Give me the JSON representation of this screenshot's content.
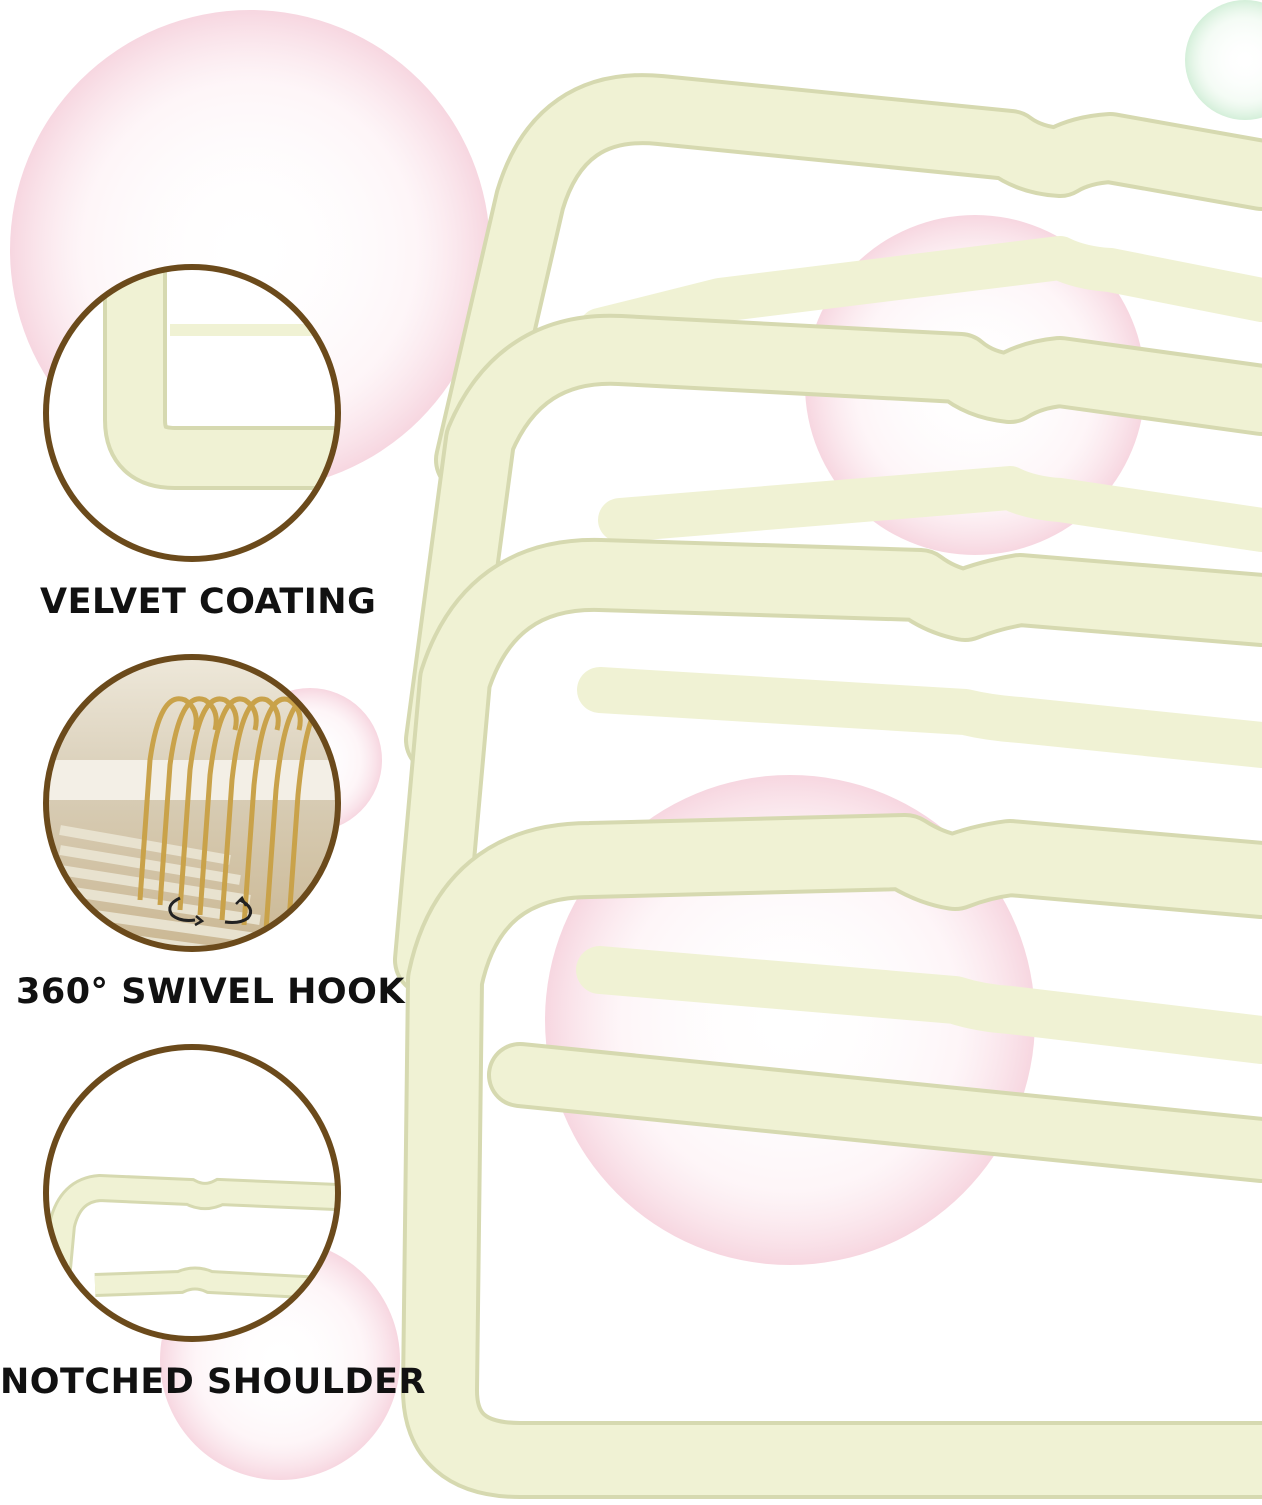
{
  "features": [
    {
      "label": "VELVET COATING",
      "icon": "velvet-corner-closeup"
    },
    {
      "label": "360° SWIVEL HOOK",
      "icon": "swivel-hook-closeup"
    },
    {
      "label": "NOTCHED SHOULDER",
      "icon": "notched-shoulder-closeup"
    }
  ],
  "colors": {
    "velvet": "#f0f2d4",
    "velvet_shadow": "#d9dcb4",
    "ring": "#6b4a1b",
    "gold": "#c9a24a",
    "bubble_pink": "#f8d8e0",
    "bubble_green": "#d8f0dc"
  }
}
